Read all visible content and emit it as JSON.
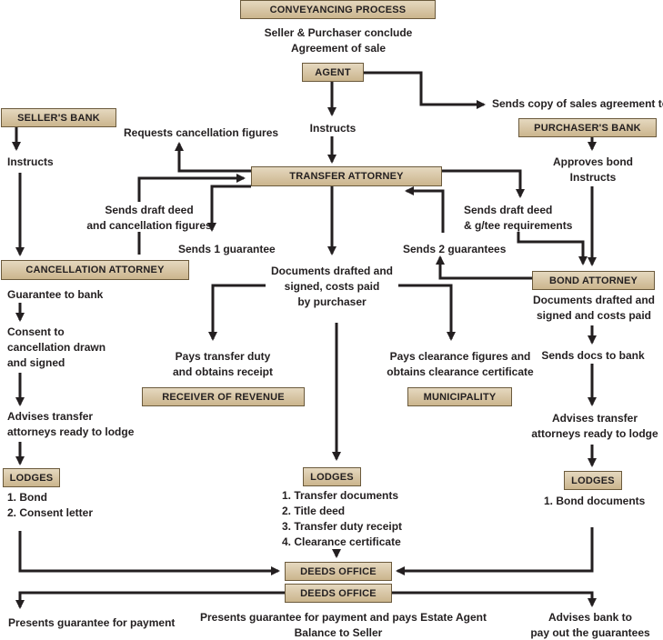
{
  "boxes": {
    "conveyancing": "CONVEYANCING PROCESS",
    "agent": "AGENT",
    "sellers_bank": "SELLER'S BANK",
    "purchasers_bank": "PURCHASER'S BANK",
    "transfer_attorney": "TRANSFER ATTORNEY",
    "cancellation_attorney": "CANCELLATION ATTORNEY",
    "bond_attorney": "BOND ATTORNEY",
    "receiver": "RECEIVER OF REVENUE",
    "municipality": "MUNICIPALITY",
    "lodges": "LODGES",
    "deeds_office": "DEEDS OFFICE"
  },
  "text": {
    "agreement": [
      "Seller & Purchaser conclude",
      "Agreement of sale"
    ],
    "sends_copy": "Sends copy of sales agreement to",
    "instructs": "Instructs",
    "requests_cancellation": "Requests cancellation figures",
    "approves_bond": [
      "Approves bond",
      "Instructs"
    ],
    "draft_deed_cancel": [
      "Sends draft deed",
      "and cancellation figures"
    ],
    "draft_deed_gtee": [
      "Sends draft deed",
      "& g/tee requirements"
    ],
    "sends_1_guarantee": "Sends 1 guarantee",
    "sends_2_guarantees": "Sends 2 guarantees",
    "docs_drafted_purchaser": [
      "Documents drafted and",
      "signed, costs paid",
      "by purchaser"
    ],
    "guarantee_to_bank": "Guarantee to bank",
    "consent": [
      "Consent to",
      "cancellation drawn",
      "and signed"
    ],
    "advises_left": [
      "Advises transfer",
      "attorneys ready to lodge"
    ],
    "docs_drafted_bond": [
      "Documents drafted and",
      "signed and costs paid"
    ],
    "sends_docs_bank": "Sends docs to bank",
    "advises_right": [
      "Advises transfer",
      "attorneys ready to lodge"
    ],
    "pays_transfer": [
      "Pays transfer duty",
      "and obtains receipt"
    ],
    "pays_clearance": [
      "Pays clearance figures and",
      "obtains clearance certificate"
    ],
    "lodges_left": [
      "1. Bond",
      "2. Consent letter"
    ],
    "lodges_center": [
      "1. Transfer documents",
      "2. Title deed",
      "3. Transfer duty receipt",
      "4. Clearance certificate"
    ],
    "lodges_right": [
      "1. Bond documents"
    ],
    "presents_left": "Presents guarantee for payment",
    "presents_center": [
      "Presents guarantee for payment and pays Estate Agent",
      "Balance to Seller"
    ],
    "advises_bank": [
      "Advises bank to",
      "pay out the guarantees"
    ]
  },
  "colors": {
    "box_top": "#e5d8bf",
    "box_bottom": "#cbb58d",
    "border": "#6b5a3c",
    "arrow": "#231f20"
  }
}
